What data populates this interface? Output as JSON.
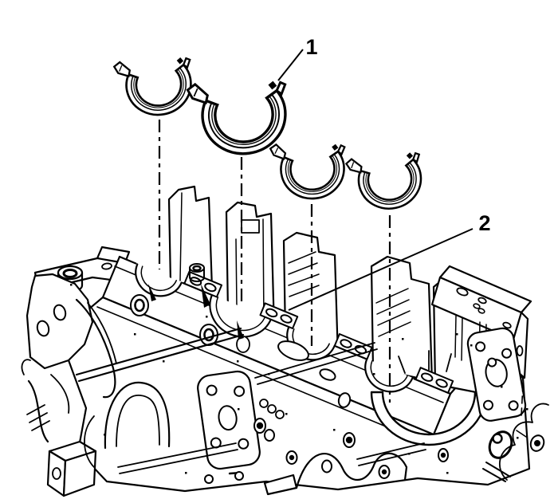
{
  "diagram": {
    "type": "exploded-parts-line-drawing",
    "background_color": "#ffffff",
    "line_color": "#000000",
    "bearing_shell_count": 4,
    "callouts": [
      {
        "label": "1"
      },
      {
        "label": "2"
      }
    ]
  }
}
